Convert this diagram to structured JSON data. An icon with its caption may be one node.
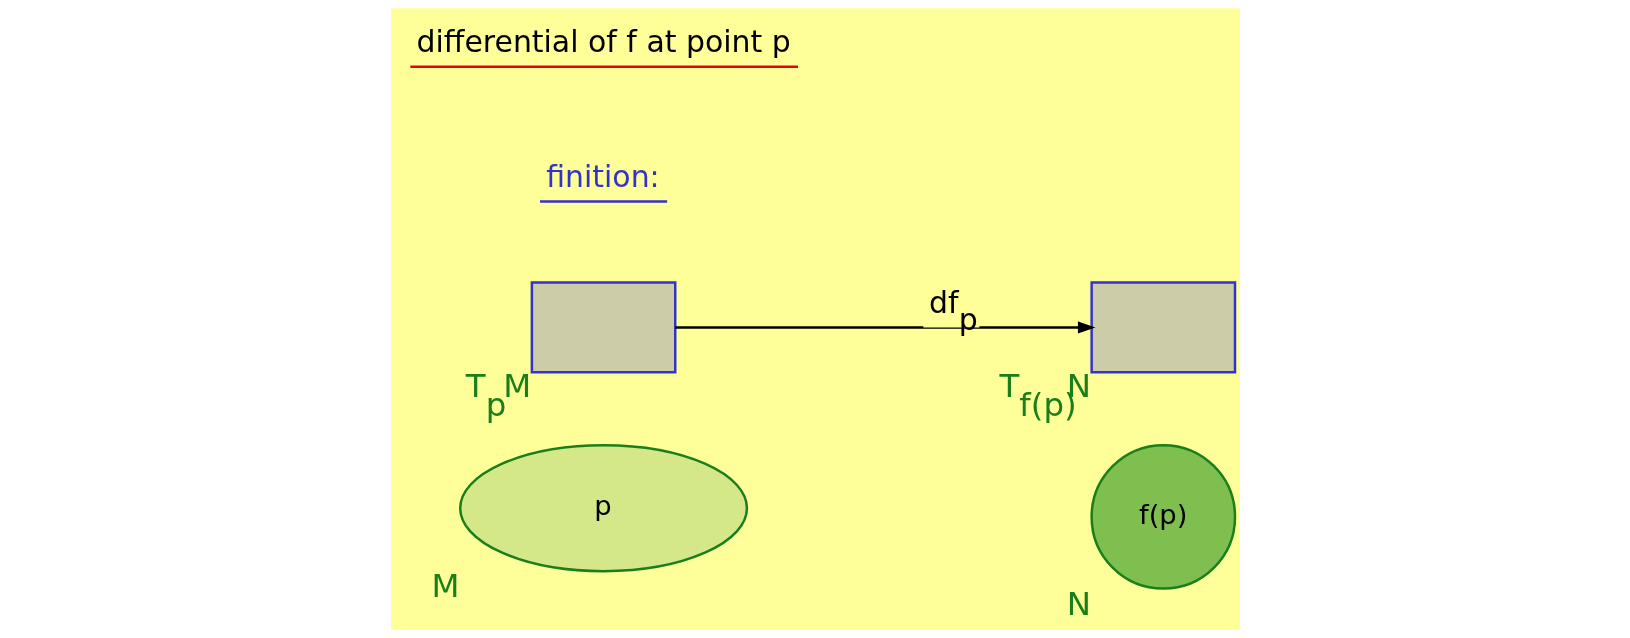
{
  "diagram": {
    "nodes": [
      {
        "text": [
          "p"
        ],
        "beside": [
          "M"
        ]
      },
      {
        "text": [
          "f(p)"
        ],
        "beside": [
          "N"
        ]
      },
      {
        "text": [],
        "shape": "box",
        "beside": [
          "T$_{p}$M"
        ]
      },
      {
        "text": [],
        "shape": "box",
        "beside": [
          "T$_{f(p)}$N"
        ]
      }
    ],
    "edges": [
      {
        "from": 2,
        "to": 3,
        "arrow": "to",
        "label": "df$_{p}$"
      }
    ],
    "labels": [
      "finition:",
      "differential of f at point p"
    ]
  }
}
